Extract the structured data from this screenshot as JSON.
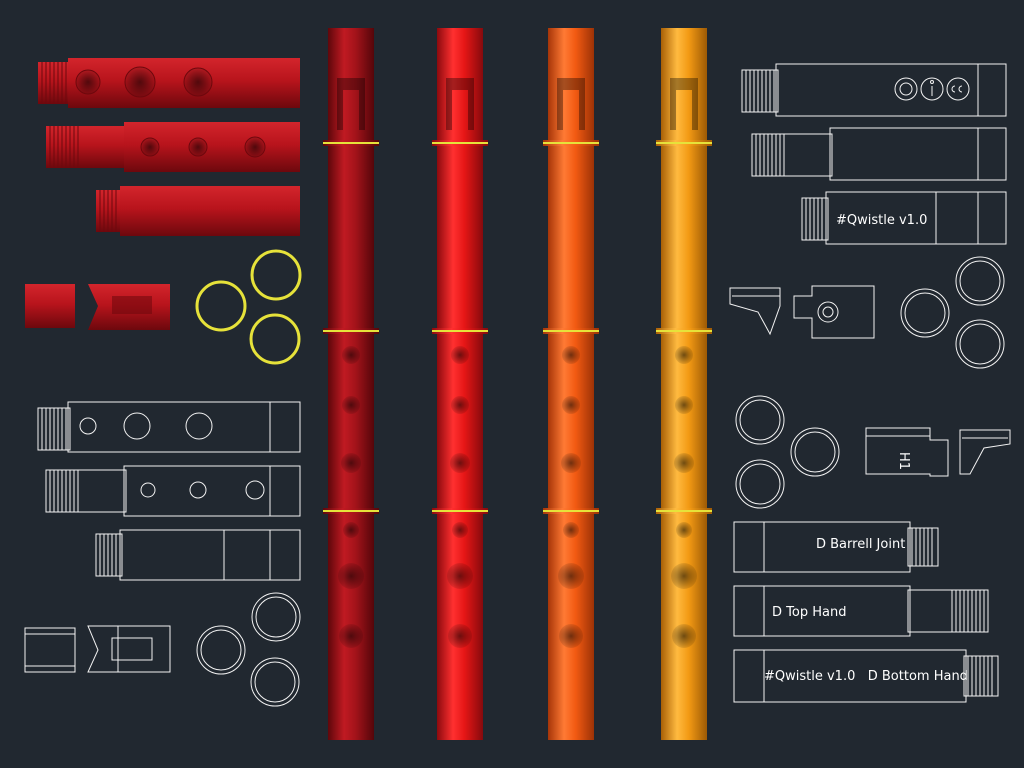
{
  "colors": {
    "background": "#212830",
    "wire": "#f2f2f2",
    "ring": "#e6e23a",
    "pipe_colors": [
      "#b5121b",
      "#e51616",
      "#f25a12",
      "#f39a14"
    ],
    "solid_red": "#b8141c"
  },
  "labels": {
    "head_brand": "#Qwistle v1.0",
    "barrel_joint": "D Barrell Joint",
    "top_hand": "D Top Hand",
    "bottom_hand": "#Qwistle v1.0   D Bottom Hand",
    "joint_tag": "H1"
  },
  "icons": {
    "license_badges": [
      "open-icon",
      "info-icon",
      "cc-icon"
    ]
  }
}
